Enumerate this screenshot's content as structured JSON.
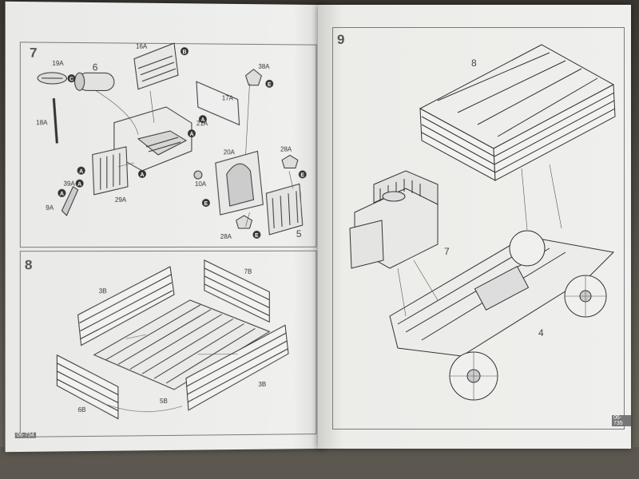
{
  "left_page": {
    "step7": {
      "number": "7",
      "labels": [
        "19A",
        "6",
        "16A",
        "38A",
        "18A",
        "17A",
        "21A",
        "20A",
        "28A",
        "39A",
        "29A",
        "10A",
        "9A",
        "28A",
        "5"
      ],
      "badges": [
        "B",
        "C",
        "A",
        "E",
        "A",
        "E",
        "A",
        "A",
        "E",
        "A",
        "A",
        "E"
      ]
    },
    "step8": {
      "number": "8",
      "labels": [
        "3B",
        "7B",
        "3B",
        "5B",
        "6B"
      ]
    },
    "page_code": "06-734"
  },
  "right_page": {
    "step9": {
      "number": "9",
      "labels": [
        "8",
        "7",
        "4"
      ]
    },
    "page_code": "06-735"
  }
}
